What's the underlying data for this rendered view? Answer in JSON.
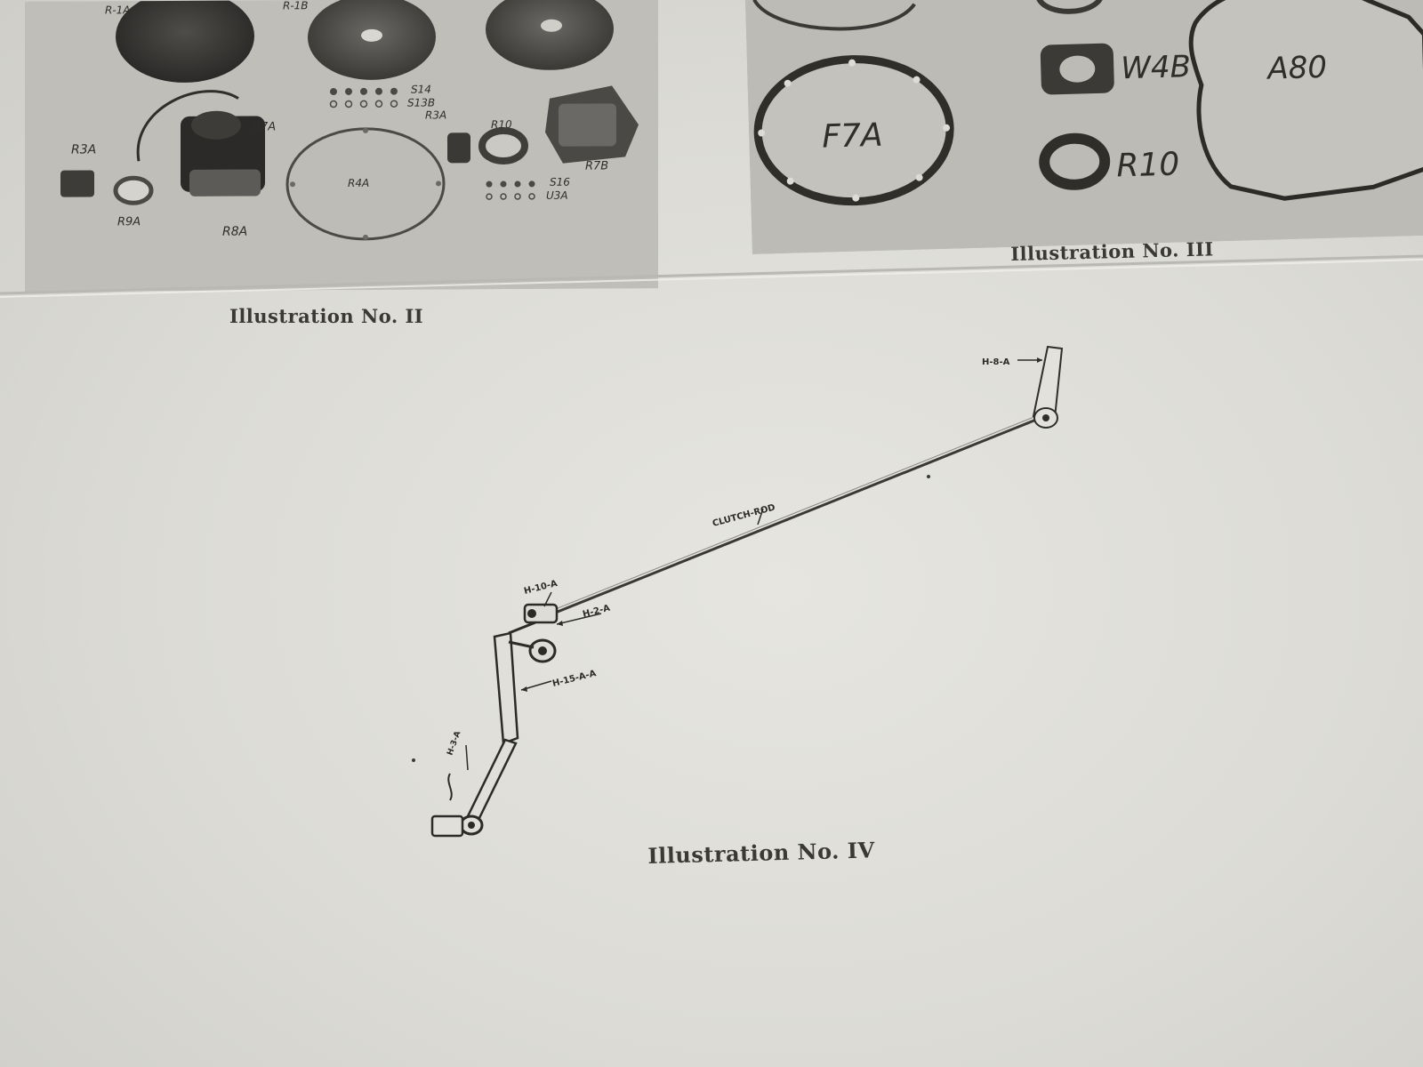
{
  "illustrations": [
    {
      "caption": "Illustration No. II",
      "part_labels": [
        "R-1A",
        "R-1B",
        "R7A",
        "R3A",
        "R9A",
        "R8A",
        "R4A",
        "S14",
        "S13B",
        "R3A",
        "R10",
        "R7B",
        "S16",
        "U3A"
      ]
    },
    {
      "caption": "Illustration No. III",
      "part_labels": [
        "W4B",
        "A80",
        "F7A",
        "R10"
      ]
    },
    {
      "caption": "Illustration No. IV",
      "part_labels": [
        "H-8-A",
        "CLUTCH-ROD",
        "H-10-A",
        "H-2-A",
        "H-15-A-A",
        "H-3-A"
      ]
    }
  ]
}
